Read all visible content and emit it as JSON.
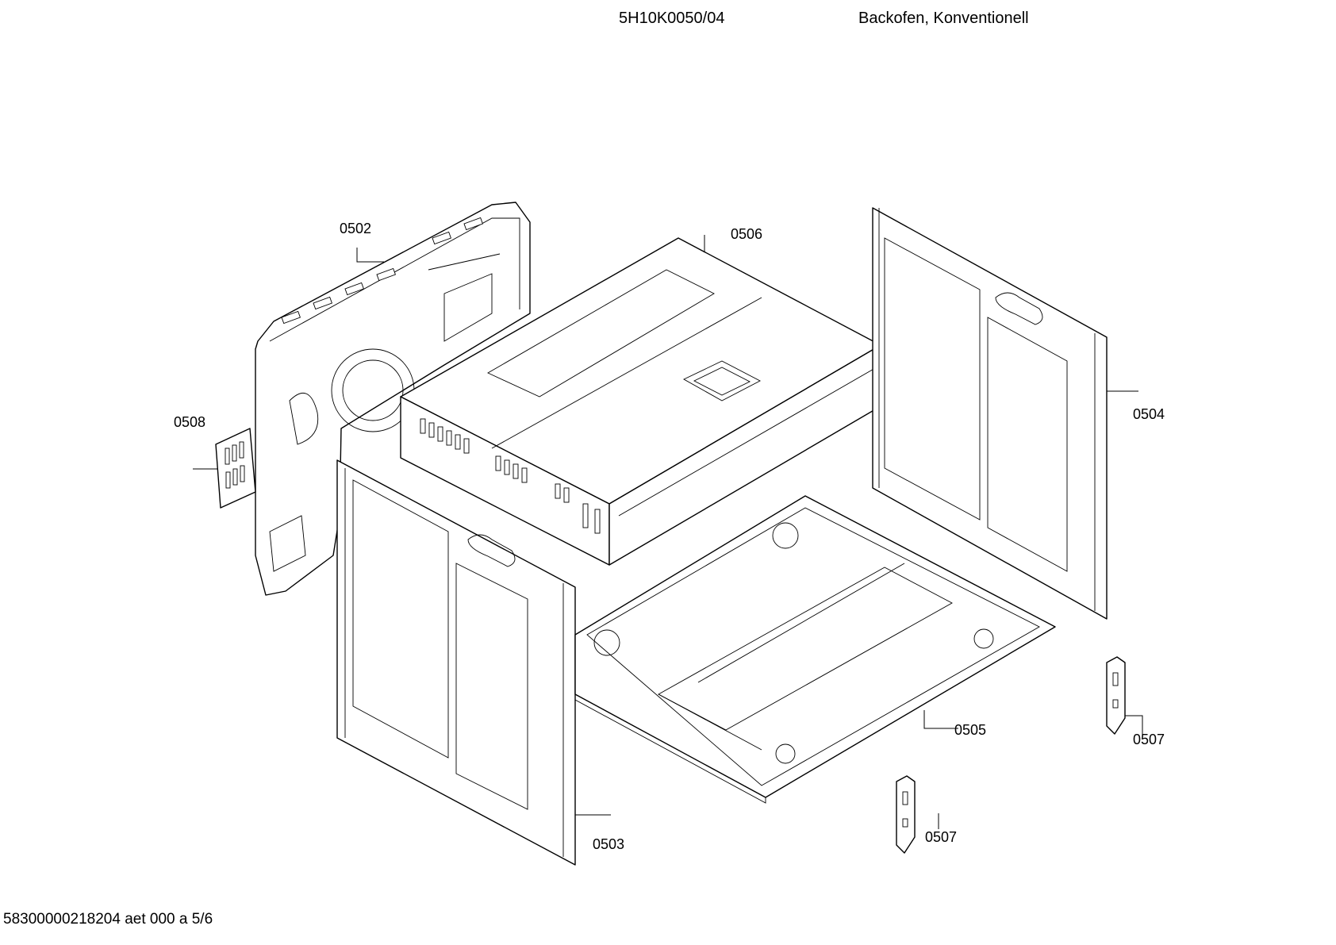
{
  "header": {
    "model_number": "5H10K0050/04",
    "description": "Backofen, Konventionell"
  },
  "footer": {
    "document_id": "58300000218204 aet 000 a 5/6"
  },
  "parts": [
    {
      "id": "p0502",
      "label": "0502"
    },
    {
      "id": "p0503",
      "label": "0503"
    },
    {
      "id": "p0504",
      "label": "0504"
    },
    {
      "id": "p0505",
      "label": "0505"
    },
    {
      "id": "p0506",
      "label": "0506"
    },
    {
      "id": "p0508",
      "label": "0508"
    },
    {
      "id": "p0507a",
      "label": "0507"
    },
    {
      "id": "p0507b",
      "label": "0507"
    }
  ]
}
